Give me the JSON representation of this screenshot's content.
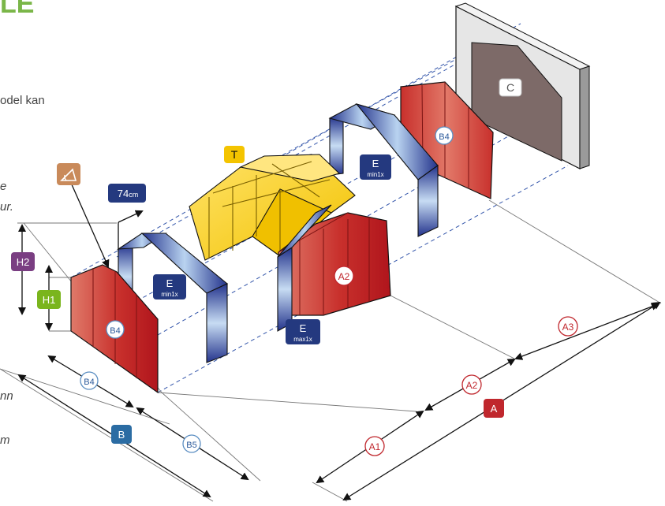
{
  "heading_fragment": "LE",
  "body_fragments": {
    "model_kan": "odel kan",
    "line_e": "e",
    "line_ur": "ur.",
    "line_nn": "nn",
    "line_m": "m"
  },
  "labels": {
    "C": "C",
    "T": "T",
    "A": "A",
    "A1": "A1",
    "A2_dim": "A2",
    "A2_panel": "A2",
    "A3": "A3",
    "B": "B",
    "B4_front": "B4",
    "B4_back": "B4",
    "B4_dim": "B4",
    "B5": "B5",
    "H1": "H1",
    "H2": "H2",
    "depth_value": "74",
    "depth_unit": "cm",
    "E_top_letter": "E",
    "E_top_sub": "min1x",
    "E_left_letter": "E",
    "E_left_sub": "min1x",
    "E_bottom_letter": "E",
    "E_bottom_sub": "max1x"
  },
  "colors": {
    "green_heading": "#7ab648",
    "red_label": "#c0272d",
    "blue_label": "#2b5a9b",
    "purple_label": "#7a3e82",
    "green_label": "#7ab51d",
    "yellow_label": "#f4c400",
    "orange_label": "#c98a5a",
    "navy_label": "#24397f",
    "dim_red": "#c0272d",
    "dim_blue": "#5b8ec2"
  },
  "icons": {
    "roof_angle": "roof-angle-icon"
  }
}
